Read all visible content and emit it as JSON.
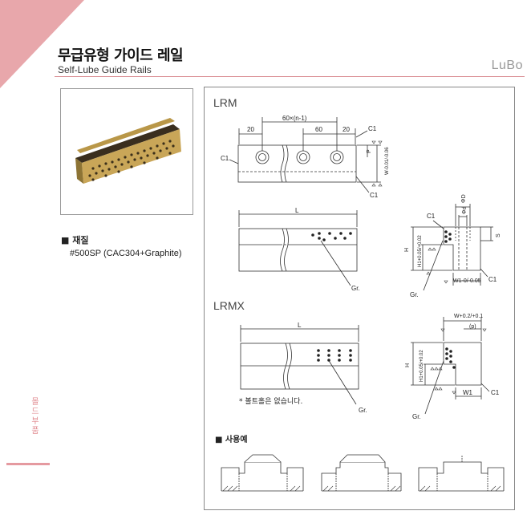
{
  "header": {
    "title_ko": "무급유형 가이드 레일",
    "title_en": "Self-Lube Guide Rails",
    "brand": "LuBo"
  },
  "material": {
    "heading": "■ 재질",
    "value": "#500SP (CAC304+Graphite)"
  },
  "sidebar": {
    "category": "몰드부품"
  },
  "sections": {
    "lrm": "LRM",
    "lrmx": "LRMX",
    "note": "* 볼트홀은 없습니다.",
    "example": "■ 사용예"
  },
  "dims": {
    "d20a": "20",
    "d60n": "60×(n-1)",
    "d60": "60",
    "d20b": "20",
    "c1": "C1",
    "p": "P",
    "w_tol": "W-0.01/-0.06",
    "L": "L",
    "D": "ΦD",
    "d": "Φd",
    "S": "S",
    "H": "H",
    "H1": "H1+0.05/+0.02",
    "W1": "W1-0/-0.05",
    "W1b": "W1",
    "gr": "Gr.",
    "w_plus": "W+0.2/+0.1",
    "p_paren": "(p)"
  },
  "colors": {
    "accent": "#e8a7ab",
    "rule": "#d98a90",
    "bronze": "#c8a45a"
  }
}
